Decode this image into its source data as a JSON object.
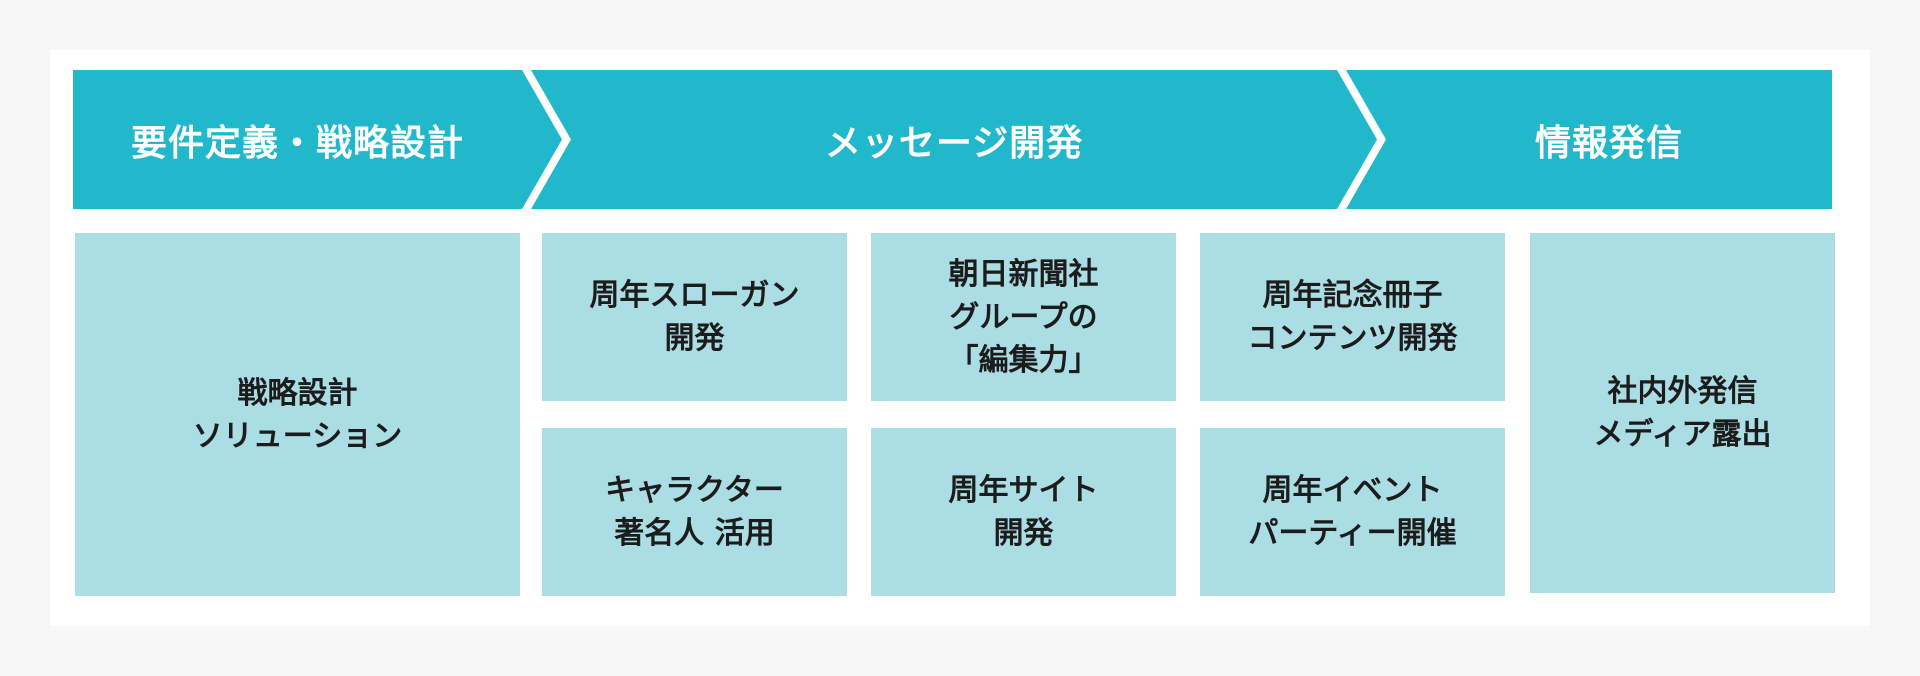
{
  "colors": {
    "background": "#f7f7f7",
    "card": "#ffffff",
    "header": "#21b8cc",
    "box": "#abdde4",
    "header_text": "#ffffff",
    "box_text": "#1c1c1c"
  },
  "phases": [
    {
      "label": "要件定義・戦略設計"
    },
    {
      "label": "メッセージ開発"
    },
    {
      "label": "情報発信"
    }
  ],
  "boxes": {
    "strategy": "戦略設計\nソリューション",
    "slogan": "周年スローガン\n開発",
    "character": "キャラクター\n著名人 活用",
    "asahi": "朝日新聞社\nグループの\n「編集力」",
    "site": "周年サイト\n開発",
    "booklet": "周年記念冊子\nコンテンツ開発",
    "event": "周年イベント\nパーティー開催",
    "media": "社内外発信\nメディア露出"
  }
}
